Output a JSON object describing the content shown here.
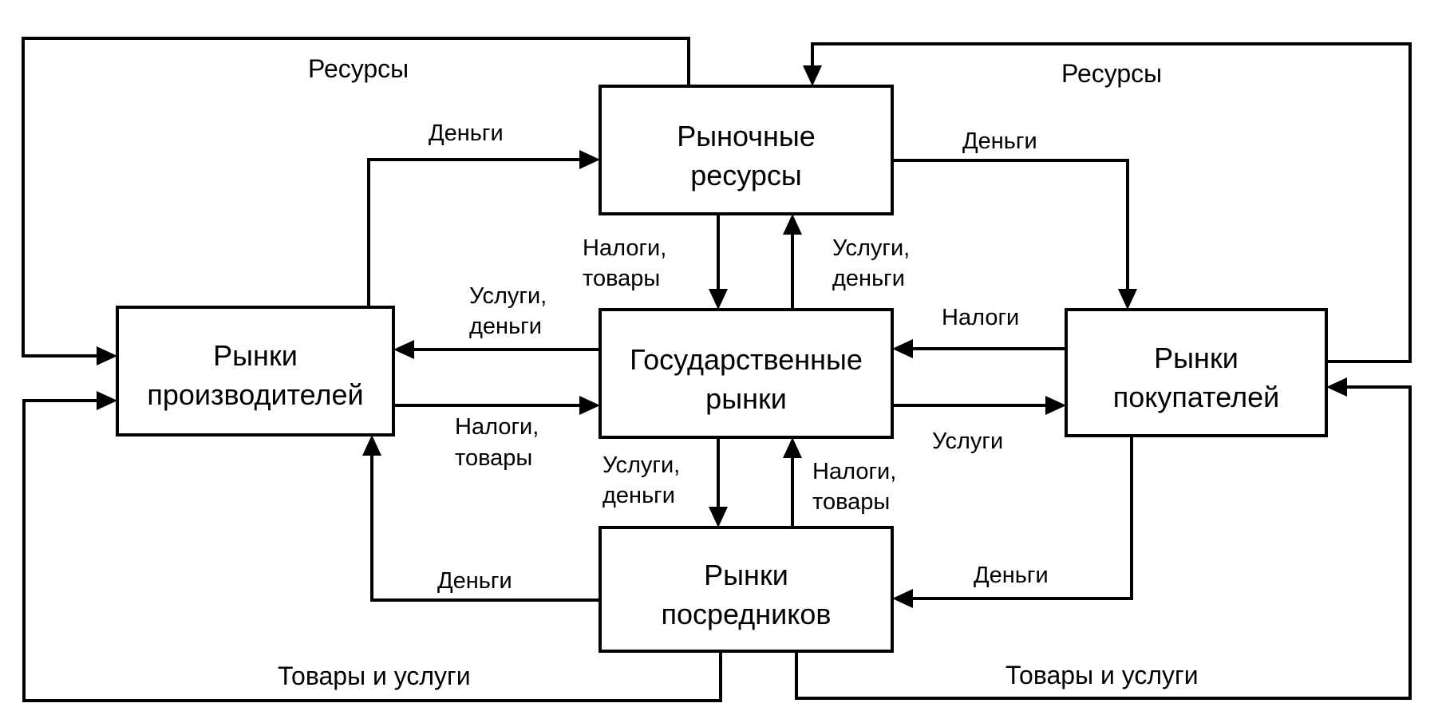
{
  "diagram": {
    "boxes": {
      "market_resources": {
        "line1": "Рыночные",
        "line2": "ресурсы"
      },
      "state_markets": {
        "line1": "Государственные",
        "line2": "рынки"
      },
      "intermediary_markets": {
        "line1": "Рынки",
        "line2": "посредников"
      },
      "producer_markets": {
        "line1": "Рынки",
        "line2": "производителей"
      },
      "buyer_markets": {
        "line1": "Рынки",
        "line2": "покупателей"
      }
    },
    "flows": {
      "top_left_resources": "Ресурсы",
      "top_right_resources": "Ресурсы",
      "producers_to_resources_money": "Деньги",
      "resources_to_buyers_money": "Деньги",
      "resources_to_state": {
        "line1": "Налоги,",
        "line2": "товары"
      },
      "state_to_resources": {
        "line1": "Услуги,",
        "line2": "деньги"
      },
      "state_to_producers": {
        "line1": "Услуги,",
        "line2": "деньги"
      },
      "producers_to_state": {
        "line1": "Налоги,",
        "line2": "товары"
      },
      "buyers_to_state": "Налоги",
      "state_to_buyers": "Услуги",
      "state_to_intermediaries": {
        "line1": "Услуги,",
        "line2": "деньги"
      },
      "intermediaries_to_state": {
        "line1": "Налоги,",
        "line2": "товары"
      },
      "intermediaries_to_producers_money": "Деньги",
      "buyers_to_intermediaries_money": "Деньги",
      "bottom_left_goods": "Товары и услуги",
      "bottom_right_goods": "Товары и услуги"
    }
  }
}
